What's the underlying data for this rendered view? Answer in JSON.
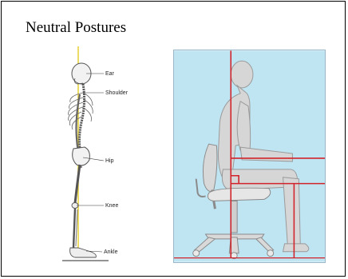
{
  "slide": {
    "title": "Neutral Postures"
  },
  "skeleton_diagram": {
    "labels": {
      "ear": "Ear",
      "shoulder": "Shoulder",
      "hip": "Hip",
      "knee": "Knee",
      "ankle": "Ankle"
    }
  },
  "seated_diagram": {
    "colors": {
      "background": "#bfe4f2",
      "figure": "#d4d4d4",
      "reference_lines": "#d2232a"
    }
  }
}
